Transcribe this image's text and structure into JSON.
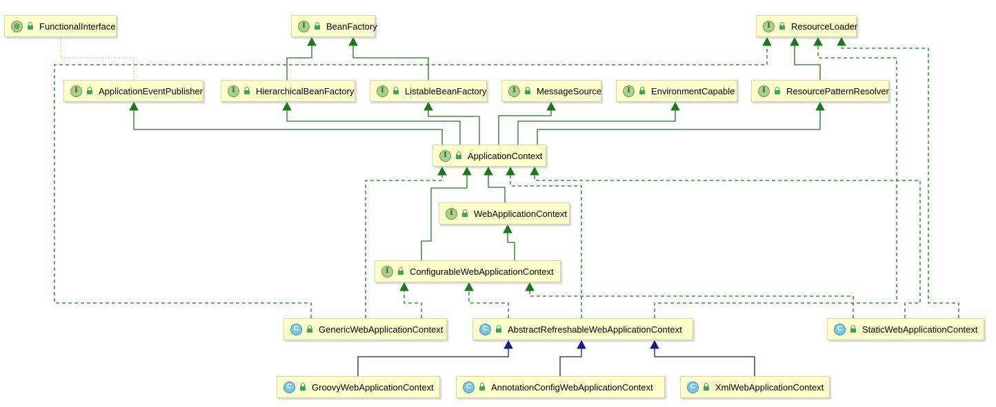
{
  "nodes": [
    {
      "id": "FunctionalInterface",
      "label": "FunctionalInterface",
      "kind": "A",
      "badge": "@"
    },
    {
      "id": "BeanFactory",
      "label": "BeanFactory",
      "kind": "I",
      "badge": "I"
    },
    {
      "id": "ResourceLoader",
      "label": "ResourceLoader",
      "kind": "I",
      "badge": "I"
    },
    {
      "id": "ApplicationEventPublisher",
      "label": "ApplicationEventPublisher",
      "kind": "I",
      "badge": "I"
    },
    {
      "id": "HierarchicalBeanFactory",
      "label": "HierarchicalBeanFactory",
      "kind": "I",
      "badge": "I"
    },
    {
      "id": "ListableBeanFactory",
      "label": "ListableBeanFactory",
      "kind": "I",
      "badge": "I"
    },
    {
      "id": "MessageSource",
      "label": "MessageSource",
      "kind": "I",
      "badge": "I"
    },
    {
      "id": "EnvironmentCapable",
      "label": "EnvironmentCapable",
      "kind": "I",
      "badge": "I"
    },
    {
      "id": "ResourcePatternResolver",
      "label": "ResourcePatternResolver",
      "kind": "I",
      "badge": "I"
    },
    {
      "id": "ApplicationContext",
      "label": "ApplicationContext",
      "kind": "I",
      "badge": "I"
    },
    {
      "id": "WebApplicationContext",
      "label": "WebApplicationContext",
      "kind": "I",
      "badge": "I"
    },
    {
      "id": "ConfigurableWebApplicationContext",
      "label": "ConfigurableWebApplicationContext",
      "kind": "I",
      "badge": "I"
    },
    {
      "id": "GenericWebApplicationContext",
      "label": "GenericWebApplicationContext",
      "kind": "C",
      "badge": "C"
    },
    {
      "id": "AbstractRefreshableWebApplicationContext",
      "label": "AbstractRefreshableWebApplicationContext",
      "kind": "C",
      "badge": "C"
    },
    {
      "id": "StaticWebApplicationContext",
      "label": "StaticWebApplicationContext",
      "kind": "C",
      "badge": "C"
    },
    {
      "id": "GroovyWebApplicationContext",
      "label": "GroovyWebApplicationContext",
      "kind": "C",
      "badge": "C"
    },
    {
      "id": "AnnotationConfigWebApplicationContext",
      "label": "AnnotationConfigWebApplicationContext",
      "kind": "C",
      "badge": "C"
    },
    {
      "id": "XmlWebApplicationContext",
      "label": "XmlWebApplicationContext",
      "kind": "C",
      "badge": "C"
    }
  ],
  "edges": [
    {
      "from": "HierarchicalBeanFactory",
      "to": "BeanFactory",
      "type": "extends-interface"
    },
    {
      "from": "ListableBeanFactory",
      "to": "BeanFactory",
      "type": "extends-interface"
    },
    {
      "from": "ResourcePatternResolver",
      "to": "ResourceLoader",
      "type": "extends-interface"
    },
    {
      "from": "ApplicationEventPublisher",
      "to": "FunctionalInterface",
      "type": "annotated"
    },
    {
      "from": "ApplicationContext",
      "to": "ApplicationEventPublisher",
      "type": "extends-interface"
    },
    {
      "from": "ApplicationContext",
      "to": "HierarchicalBeanFactory",
      "type": "extends-interface"
    },
    {
      "from": "ApplicationContext",
      "to": "ListableBeanFactory",
      "type": "extends-interface"
    },
    {
      "from": "ApplicationContext",
      "to": "MessageSource",
      "type": "extends-interface"
    },
    {
      "from": "ApplicationContext",
      "to": "EnvironmentCapable",
      "type": "extends-interface"
    },
    {
      "from": "ApplicationContext",
      "to": "ResourcePatternResolver",
      "type": "extends-interface"
    },
    {
      "from": "WebApplicationContext",
      "to": "ApplicationContext",
      "type": "extends-interface"
    },
    {
      "from": "ConfigurableWebApplicationContext",
      "to": "WebApplicationContext",
      "type": "extends-interface"
    },
    {
      "from": "ConfigurableWebApplicationContext",
      "to": "ApplicationContext",
      "type": "extends-interface"
    },
    {
      "from": "GenericWebApplicationContext",
      "to": "ConfigurableWebApplicationContext",
      "type": "implements"
    },
    {
      "from": "GenericWebApplicationContext",
      "to": "ApplicationContext",
      "type": "implements"
    },
    {
      "from": "GenericWebApplicationContext",
      "to": "ResourceLoader",
      "type": "implements"
    },
    {
      "from": "AbstractRefreshableWebApplicationContext",
      "to": "ConfigurableWebApplicationContext",
      "type": "implements"
    },
    {
      "from": "AbstractRefreshableWebApplicationContext",
      "to": "ApplicationContext",
      "type": "implements"
    },
    {
      "from": "AbstractRefreshableWebApplicationContext",
      "to": "ResourceLoader",
      "type": "implements"
    },
    {
      "from": "StaticWebApplicationContext",
      "to": "ConfigurableWebApplicationContext",
      "type": "implements"
    },
    {
      "from": "StaticWebApplicationContext",
      "to": "ApplicationContext",
      "type": "implements"
    },
    {
      "from": "StaticWebApplicationContext",
      "to": "ResourceLoader",
      "type": "implements"
    },
    {
      "from": "GroovyWebApplicationContext",
      "to": "AbstractRefreshableWebApplicationContext",
      "type": "extends-class"
    },
    {
      "from": "AnnotationConfigWebApplicationContext",
      "to": "AbstractRefreshableWebApplicationContext",
      "type": "extends-class"
    },
    {
      "from": "XmlWebApplicationContext",
      "to": "AbstractRefreshableWebApplicationContext",
      "type": "extends-class"
    }
  ],
  "colors": {
    "interface_inheritance": "#1a7a1a",
    "class_inheritance": "#1a1a8c",
    "annotation": "#c8a060",
    "node_fill": "#ffffcc"
  }
}
